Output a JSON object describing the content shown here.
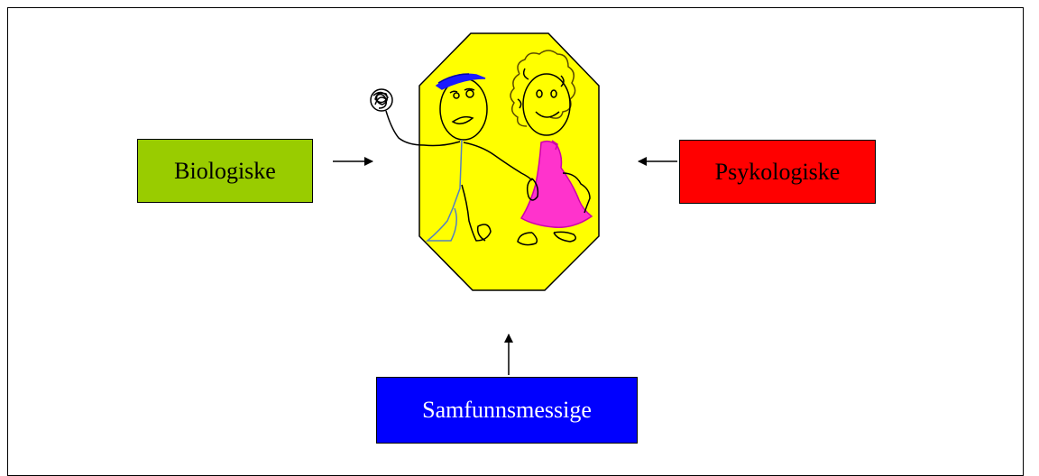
{
  "diagram": {
    "nodes": {
      "biological": {
        "label": "Biologiske",
        "color": "#99cc00"
      },
      "psychological": {
        "label": "Psykologiske",
        "color": "#ff0000"
      },
      "societal": {
        "label": "Samfunnsmessige",
        "color": "#0000ff"
      }
    },
    "center": {
      "shape_color": "#ffff00",
      "figures": [
        "boy-figure",
        "girl-figure"
      ]
    },
    "edges": [
      {
        "from": "Biologiske",
        "to": "center"
      },
      {
        "from": "Psykologiske",
        "to": "center"
      },
      {
        "from": "Samfunnsmessige",
        "to": "center"
      }
    ]
  }
}
